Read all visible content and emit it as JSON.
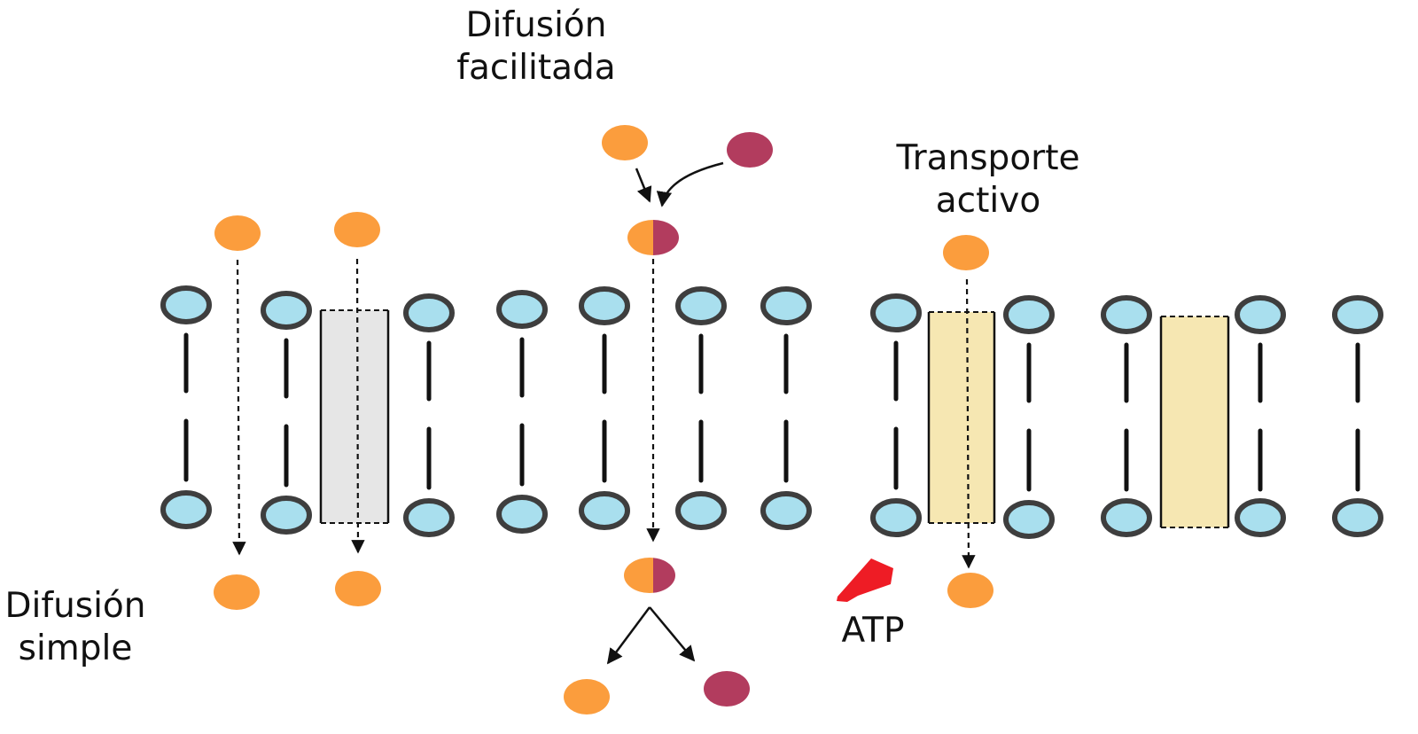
{
  "labels": {
    "simple_diffusion": [
      "Difusión",
      "simple"
    ],
    "facilitated_diffusion": [
      "Difusión",
      "facilitada"
    ],
    "active_transport": [
      "Transporte",
      "activo"
    ],
    "atp": "ATP"
  },
  "colors": {
    "head_fill": "#a9dfee",
    "head_stroke": "#3e3e3e",
    "molecule_orange": "#fb9d3d",
    "molecule_purple": "#b23c5e",
    "channel_gray": "#e6e6e6",
    "carrier_yellow": "#f6e7b2",
    "atp_red": "#ee1c25"
  }
}
